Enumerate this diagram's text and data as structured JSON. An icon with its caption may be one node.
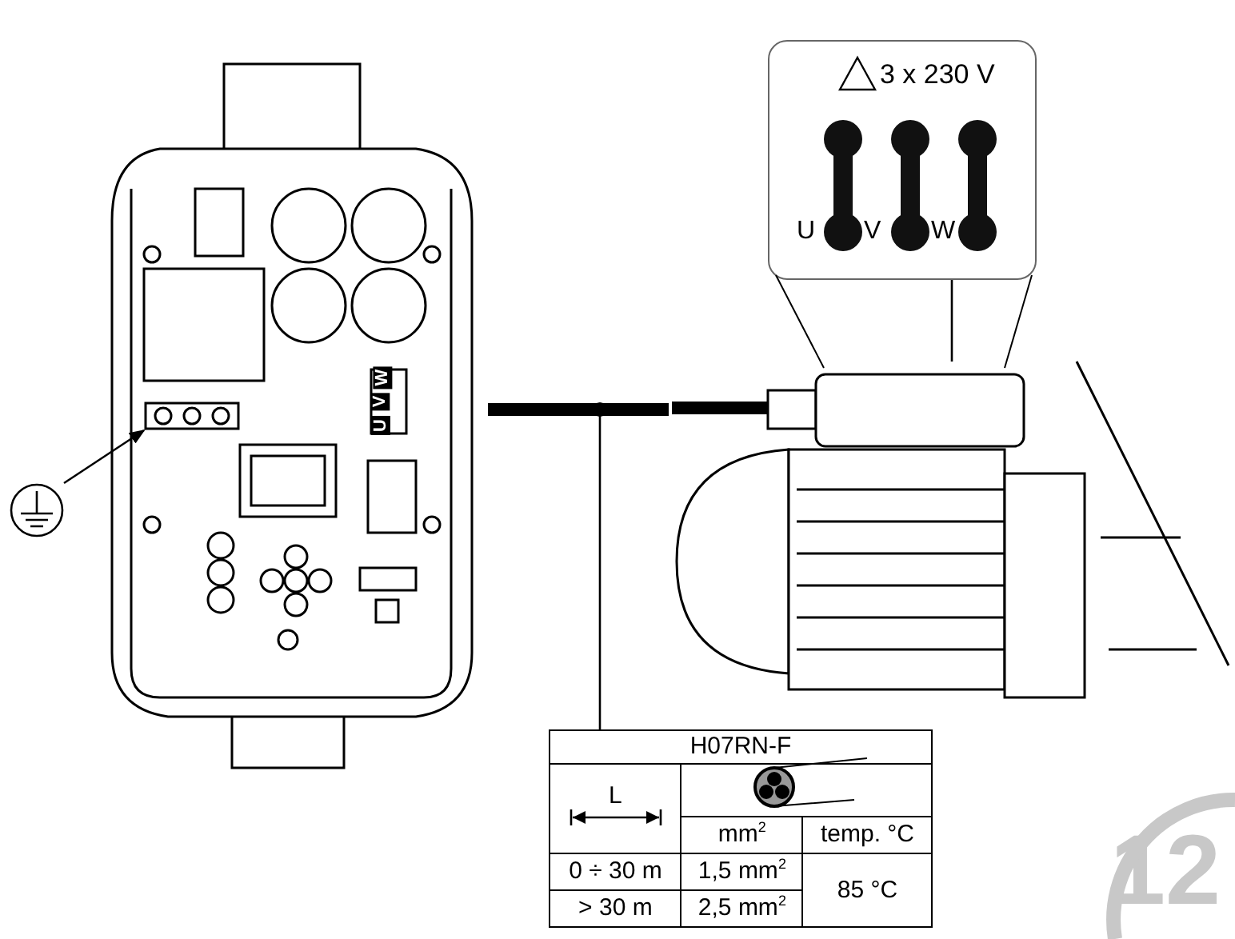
{
  "diagram": {
    "nodes": [
      {
        "text": [],
        "shape": "picture"
      },
      {
        "text": [],
        "shape": "picture",
        "in": 0
      },
      {
        "text": [],
        "shape": "picture"
      },
      {
        "text": [],
        "shape": "picture"
      },
      {
        "text": [
          "3 x 230 V",
          "U",
          "V",
          "W"
        ]
      },
      {
        "text": [
          "H07RN-F",
          "L",
          "mm$^{2}$",
          "temp. °C",
          "0 ÷ 30 m",
          "1,5 mm$^{2}$",
          "85 °C",
          "> 30 m",
          "2,5 mm$^{2}$"
        ]
      }
    ],
    "edges": [
      {
        "from": 2,
        "to": 1,
        "arrow": "to"
      },
      {
        "from": 0,
        "to": 3,
        "arrow": "none",
        "style": "thick"
      },
      {
        "from": null,
        "to": 5,
        "arrow": "other"
      },
      {
        "from": 4,
        "to": 3,
        "arrow": "none"
      }
    ],
    "labels": [
      "U",
      "V",
      "W",
      "12"
    ]
  }
}
